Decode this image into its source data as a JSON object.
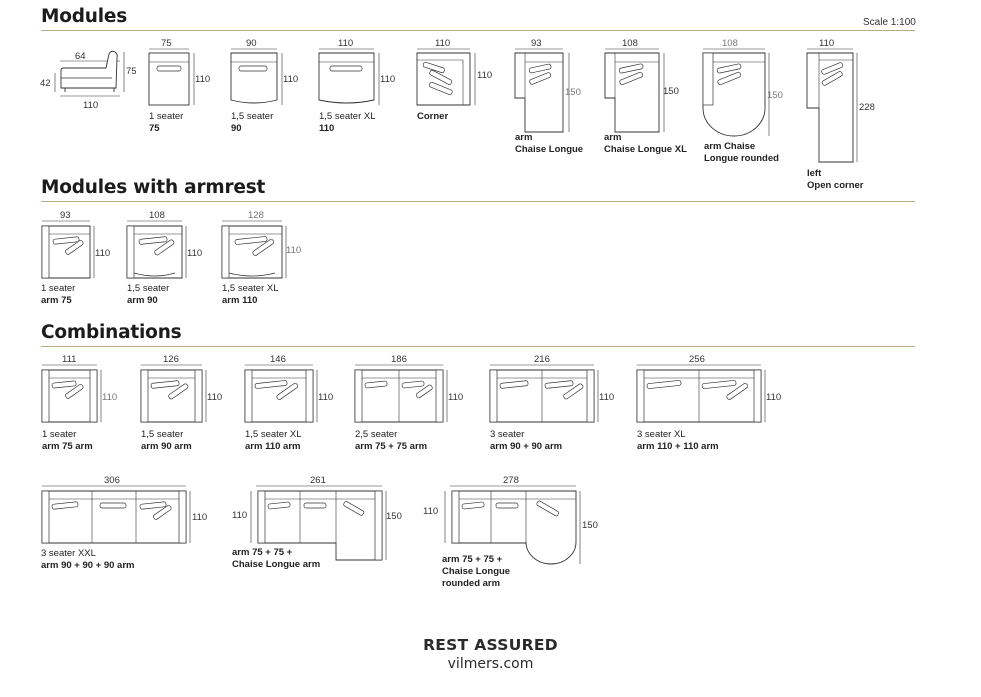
{
  "sections": {
    "modules": "Modules",
    "armrest": "Modules with armrest",
    "combinations": "Combinations"
  },
  "scale": "Scale 1:100",
  "side_view": {
    "depth": "64",
    "height": "75",
    "seat_height": "42",
    "width": "110"
  },
  "modules": [
    {
      "width": "75",
      "depth": "110",
      "line1": "1 seater",
      "line2": "75"
    },
    {
      "width": "90",
      "depth": "110",
      "line1": "1,5 seater",
      "line2": "90"
    },
    {
      "width": "110",
      "depth": "110",
      "line1": "1,5 seater XL",
      "line2": "110"
    },
    {
      "width": "110",
      "depth": "110",
      "line1": "",
      "line2": "Corner"
    },
    {
      "width": "93",
      "depth": "150",
      "line1": "",
      "line2": "arm",
      "line3": "Chaise Longue"
    },
    {
      "width": "108",
      "depth": "150",
      "line1": "",
      "line2": "arm",
      "line3": "Chaise Longue XL"
    },
    {
      "width": "108",
      "depth": "150",
      "line1": "",
      "line2": "arm Chaise",
      "line3": "Longue rounded"
    },
    {
      "width": "110",
      "depth": "228",
      "line1": "",
      "line2": "left",
      "line3": "Open corner"
    }
  ],
  "armrest_modules": [
    {
      "width": "93",
      "depth": "110",
      "line1": "1 seater",
      "line2": "arm 75"
    },
    {
      "width": "108",
      "depth": "110",
      "line1": "1,5 seater",
      "line2": "arm 90"
    },
    {
      "width": "128",
      "depth": "110",
      "line1": "1,5 seater XL",
      "line2": "arm 110"
    }
  ],
  "combinations": [
    {
      "width": "111",
      "depth": "110",
      "line1": "1 seater",
      "line2": "arm 75 arm"
    },
    {
      "width": "126",
      "depth": "110",
      "line1": "1,5 seater",
      "line2": "arm 90 arm"
    },
    {
      "width": "146",
      "depth": "110",
      "line1": "1,5 seater XL",
      "line2": "arm 110 arm"
    },
    {
      "width": "186",
      "depth": "110",
      "line1": "2,5 seater",
      "line2": "arm 75 + 75 arm"
    },
    {
      "width": "216",
      "depth": "110",
      "line1": "3 seater",
      "line2": "arm 90 + 90 arm"
    },
    {
      "width": "256",
      "depth": "110",
      "line1": "3 seater XL",
      "line2": "arm 110 + 110 arm"
    },
    {
      "width": "306",
      "depth": "110",
      "line1": "3 seater XXL",
      "line2": "arm 90 + 90 + 90 arm"
    },
    {
      "width": "261",
      "depth": "110",
      "depth2": "150",
      "line1": "arm 75 + 75 +",
      "line2": "Chaise Longue arm"
    },
    {
      "width": "278",
      "depth": "110",
      "depth2": "150",
      "line1": "arm 75 + 75 +",
      "line2": "Chaise Longue",
      "line3": "rounded arm"
    }
  ],
  "footer": {
    "title": "REST ASSURED",
    "url": "vilmers.com"
  }
}
